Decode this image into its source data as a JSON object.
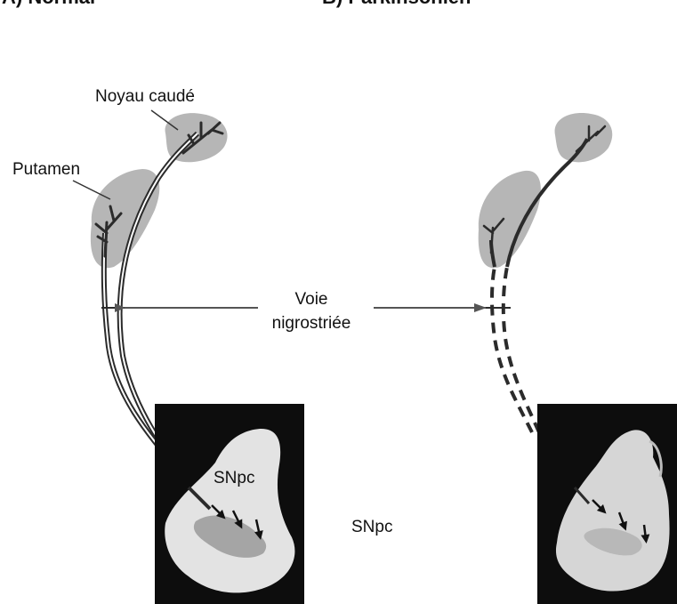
{
  "panels": {
    "left_header": "A) Normal",
    "right_header": "B) Parkinsonien"
  },
  "labels": {
    "caudate": "Noyau caudé",
    "putamen": "Putamen",
    "pathway_line1": "Voie",
    "pathway_line2": "nigrostriée",
    "snpc_inset": "SNpc",
    "snpc_middle": "SNpc"
  },
  "colors": {
    "structure_fill": "#b6b6b6",
    "fiber": "#2b2b2b",
    "inset_bg": "#0d0d0d",
    "tissue": "#e3e3e3",
    "pigment": "#8a8a8a",
    "text": "#111111"
  }
}
